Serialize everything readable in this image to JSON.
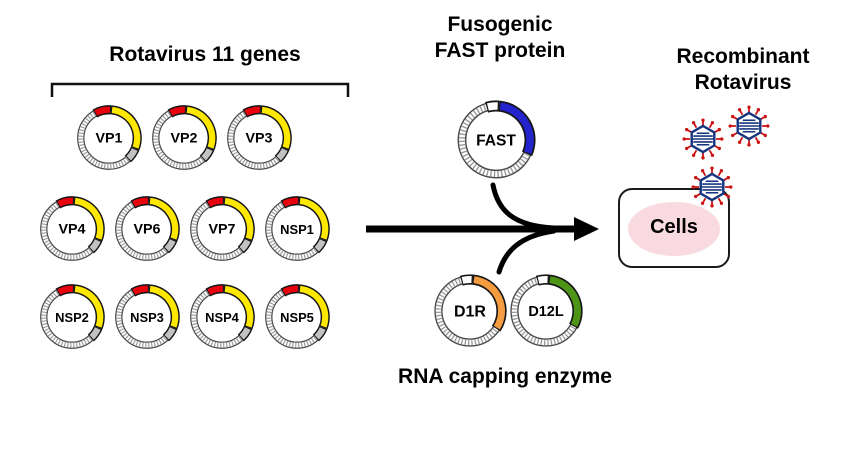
{
  "colors": {
    "yellow": "#FFE800",
    "red": "#E8000D",
    "gray": "#C2C2C2",
    "blue": "#2424CC",
    "orange": "#F59B40",
    "green": "#4E9416",
    "white": "#FFFFFF",
    "virus_navy": "#16357F",
    "virus_spike": "#CC1111",
    "cell_pink": "#F9DAE1",
    "arrow": "#000000"
  },
  "left_group": {
    "title": "Rotavirus 11 genes",
    "gene_segments": [
      {
        "color": "red",
        "start": -30,
        "end": 4
      },
      {
        "color": "yellow",
        "start": 4,
        "end": 112
      },
      {
        "color": "gray",
        "start": 112,
        "end": 138
      }
    ],
    "rows": [
      {
        "plasmids": [
          {
            "label": "VP1"
          },
          {
            "label": "VP2"
          },
          {
            "label": "VP3"
          }
        ]
      },
      {
        "plasmids": [
          {
            "label": "VP4"
          },
          {
            "label": "VP6"
          },
          {
            "label": "VP7"
          },
          {
            "label": "NSP1"
          }
        ]
      },
      {
        "plasmids": [
          {
            "label": "NSP2"
          },
          {
            "label": "NSP3"
          },
          {
            "label": "NSP4"
          },
          {
            "label": "NSP5"
          }
        ]
      }
    ]
  },
  "fast_group": {
    "title_line1": "Fusogenic",
    "title_line2": "FAST protein",
    "plasmid": {
      "label": "FAST",
      "segments": [
        {
          "color": "white",
          "start": -16,
          "end": 5
        },
        {
          "color": "blue",
          "start": 5,
          "end": 114
        }
      ]
    }
  },
  "capping_group": {
    "title": "RNA capping enzyme",
    "plasmids": [
      {
        "label": "D1R",
        "segments": [
          {
            "color": "white",
            "start": -16,
            "end": 5
          },
          {
            "color": "orange",
            "start": 5,
            "end": 124
          }
        ]
      },
      {
        "label": "D12L",
        "segments": [
          {
            "color": "white",
            "start": -16,
            "end": 5
          },
          {
            "color": "green",
            "start": 5,
            "end": 119
          }
        ]
      }
    ]
  },
  "result_group": {
    "title_line1": "Recombinant",
    "title_line2": "Rotavirus",
    "cell_label": "Cells",
    "virus_particles": 3
  }
}
